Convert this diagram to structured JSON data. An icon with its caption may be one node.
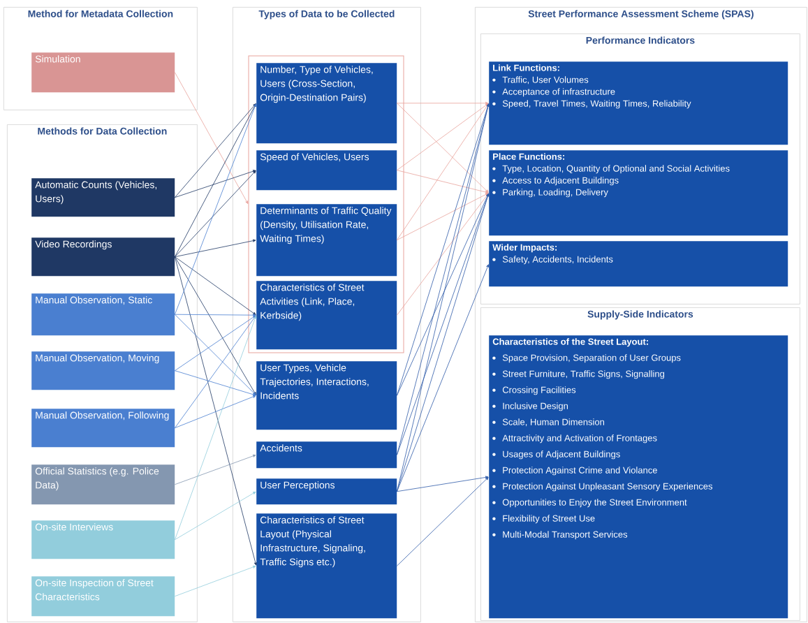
{
  "diagram": {
    "nodes": [
      {
        "text": [
          "Method for Metadata Collection"
        ]
      },
      {
        "text": [
          "Simulation"
        ],
        "in": 0
      },
      {
        "text": [
          "Methods for Data Collection"
        ]
      },
      {
        "text": [
          "Automatic Counts (Vehicles, Users)"
        ],
        "in": 2
      },
      {
        "text": [
          "Video Recordings"
        ],
        "in": 2
      },
      {
        "text": [
          "Manual Observation, Static"
        ],
        "in": 2
      },
      {
        "text": [
          "Manual Observation, Moving"
        ],
        "in": 2
      },
      {
        "text": [
          "Manual Observation, Following"
        ],
        "in": 2
      },
      {
        "text": [
          "Official Statistics (e.g. Police Data)"
        ],
        "in": 2
      },
      {
        "text": [
          "On-site Interviews"
        ],
        "in": 2
      },
      {
        "text": [
          "On-site Inspection of Street Characteristics"
        ],
        "in": 2
      },
      {
        "text": [
          "Types of Data to be Collected"
        ]
      },
      {
        "text": [],
        "shape": "box",
        "in": 11
      },
      {
        "text": [
          "Number, Type of Vehicles, Users (Cross-Section, Origin-Destination Pairs)"
        ],
        "in": 12
      },
      {
        "text": [
          "Speed of Vehicles, Users"
        ],
        "in": 12
      },
      {
        "text": [
          "Determinants of Traffic Quality (Density, Utilisation Rate, Waiting Times)"
        ],
        "in": 12
      },
      {
        "text": [
          "Characteristics of Street Activities (Link, Place, Kerbside)"
        ],
        "in": 12
      },
      {
        "text": [
          "User Types, Vehicle Trajectories, Interactions, Incidents"
        ],
        "in": 11
      },
      {
        "text": [
          "Accidents"
        ],
        "in": 11
      },
      {
        "text": [
          "User Perceptions"
        ],
        "in": 11
      },
      {
        "text": [
          "Characteristics of Street Layout (Physical Infrastructure, Signaling, Traffic Signs etc.)"
        ],
        "in": 11
      },
      {
        "text": [
          "Street Performance Assessment Scheme (SPAS)"
        ]
      },
      {
        "text": [
          "Performance Indicators"
        ],
        "in": 21
      },
      {
        "text": [
          "Link Functions:",
          "Traffic, User Volumes",
          "Acceptance of infrastructure",
          "Speed, Travel Times, Waiting Times, Reliability"
        ],
        "in": 22
      },
      {
        "text": [
          "Place Functions:",
          "Type, Location, Quantity of Optional and Social Activities",
          "Access to Adjacent Buildings",
          "Parking, Loading, Delivery"
        ],
        "in": 22
      },
      {
        "text": [
          "Wider Impacts:",
          "Safety, Accidents, Incidents"
        ],
        "in": 22
      },
      {
        "text": [
          "Supply-Side Indicators"
        ],
        "in": 21
      },
      {
        "text": [
          "Characteristics of the Street Layout:",
          "Space Provision, Separation of User Groups",
          "Street Furniture, Traffic Signs, Signalling",
          "Crossing Facilities",
          "Inclusive Design",
          "Scale, Human Dimension",
          "Attractivity and Activation of Frontages",
          "Usages of Adjacent Buildings",
          "Protection Against Crime and Violance",
          "Protection Against Unpleasant Sensory Experiences",
          "Opportunities to Enjoy the Street Environment",
          "Flexibility of Street Use",
          "Multi-Modal Transport Services"
        ],
        "in": 26
      }
    ],
    "edges": [
      {
        "from": 1,
        "to": 12,
        "arrow": "to",
        "color": "#e8a39c"
      },
      {
        "from": 3,
        "to": 13,
        "arrow": "to",
        "color": "#1f3864"
      },
      {
        "from": 3,
        "to": 14,
        "arrow": "to",
        "color": "#1f3864"
      },
      {
        "from": 4,
        "to": 13,
        "arrow": "to",
        "color": "#1f3864"
      },
      {
        "from": 4,
        "to": 14,
        "arrow": "to",
        "color": "#1f3864"
      },
      {
        "from": 4,
        "to": 15,
        "arrow": "to",
        "color": "#1f3864"
      },
      {
        "from": 4,
        "to": 16,
        "arrow": "to",
        "color": "#1f3864"
      },
      {
        "from": 4,
        "to": 17,
        "arrow": "to",
        "color": "#1f3864"
      },
      {
        "from": 4,
        "to": 20,
        "arrow": "to",
        "color": "#1f3864"
      },
      {
        "from": 5,
        "to": 13,
        "arrow": "to",
        "color": "#4a7fd0"
      },
      {
        "from": 5,
        "to": 16,
        "arrow": "to",
        "color": "#4a7fd0"
      },
      {
        "from": 5,
        "to": 17,
        "arrow": "to",
        "color": "#4a7fd0"
      },
      {
        "from": 6,
        "to": 16,
        "arrow": "to",
        "color": "#4a7fd0"
      },
      {
        "from": 6,
        "to": 17,
        "arrow": "to",
        "color": "#4a7fd0"
      },
      {
        "from": 7,
        "to": 16,
        "arrow": "to",
        "color": "#4a7fd0"
      },
      {
        "from": 7,
        "to": 17,
        "arrow": "to",
        "color": "#4a7fd0"
      },
      {
        "from": 8,
        "to": 18,
        "arrow": "to",
        "color": "#8497b0"
      },
      {
        "from": 9,
        "to": 16,
        "arrow": "to",
        "color": "#92cddc"
      },
      {
        "from": 9,
        "to": 19,
        "arrow": "to",
        "color": "#92cddc"
      },
      {
        "from": 10,
        "to": 20,
        "arrow": "to",
        "color": "#92cddc"
      },
      {
        "from": 13,
        "to": 23,
        "arrow": "to",
        "color": "#e8a39c"
      },
      {
        "from": 13,
        "to": 24,
        "arrow": "to",
        "color": "#e8a39c"
      },
      {
        "from": 14,
        "to": 23,
        "arrow": "to",
        "color": "#e8a39c"
      },
      {
        "from": 14,
        "to": 24,
        "arrow": "to",
        "color": "#e8a39c"
      },
      {
        "from": 15,
        "to": 23,
        "arrow": "to",
        "color": "#e8a39c"
      },
      {
        "from": 15,
        "to": 24,
        "arrow": "to",
        "color": "#e8a39c"
      },
      {
        "from": 16,
        "to": 24,
        "arrow": "to",
        "color": "#e8a39c"
      },
      {
        "from": 17,
        "to": 23,
        "arrow": "to"
      },
      {
        "from": 17,
        "to": 24,
        "arrow": "to"
      },
      {
        "from": 18,
        "to": 23,
        "arrow": "to"
      },
      {
        "from": 18,
        "to": 24,
        "arrow": "to"
      },
      {
        "from": 19,
        "to": 23,
        "arrow": "to"
      },
      {
        "from": 19,
        "to": 24,
        "arrow": "to"
      },
      {
        "from": 19,
        "to": 25,
        "arrow": "to"
      },
      {
        "from": 19,
        "to": 27,
        "arrow": "to"
      },
      {
        "from": 20,
        "to": 27,
        "arrow": "to"
      }
    ]
  }
}
